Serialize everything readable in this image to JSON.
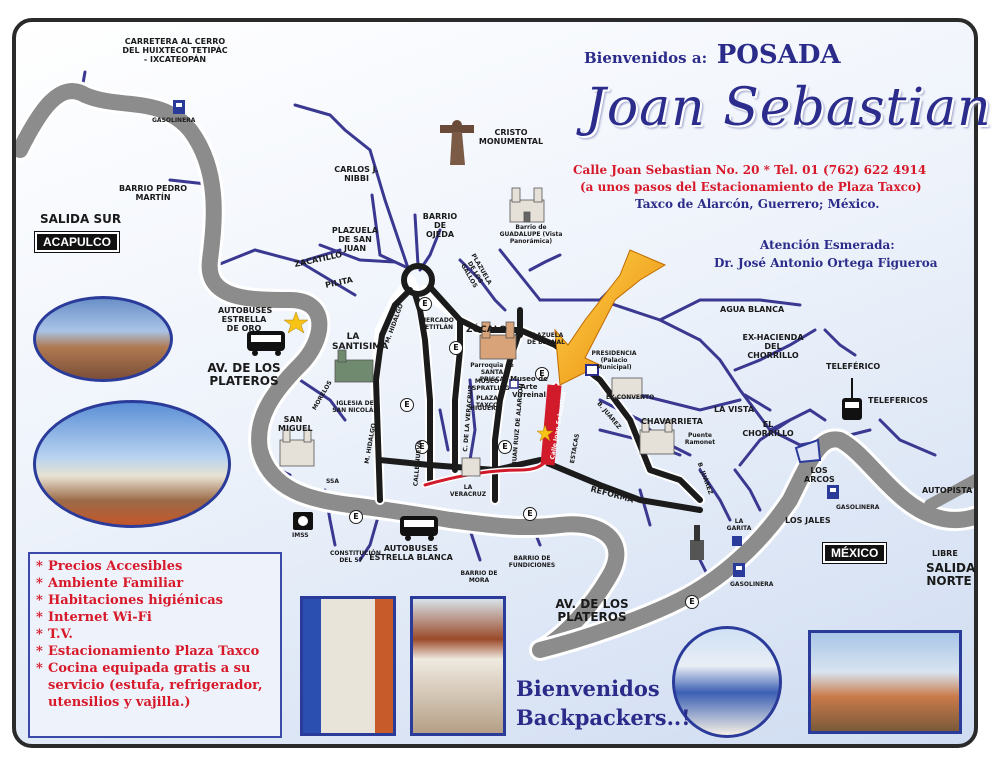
{
  "header": {
    "greeting": "Bienvenidos a:",
    "posada": "POSADA",
    "name": "Joan Sebastian",
    "address_line1": "Calle Joan Sebastian No. 20  *  Tel. 01 (762) 622 4914",
    "address_line2": "(a unos pasos del Estacionamiento de Plaza Taxco)",
    "address_line3": "Taxco de Alarcón, Guerrero; México.",
    "attention_label": "Atención Esmerada:",
    "attention_person": "Dr. José Antonio Ortega Figueroa"
  },
  "signs": {
    "acapulco": "ACAPULCO",
    "mexico": "MÉXICO"
  },
  "places": {
    "carretera": "CARRETERA AL CERRO DEL HUIXTECO TETIPÁC - IXCATEOPÁN",
    "gasolinera_1": "GASOLINERA",
    "barrio_pedro": "BARRIO PEDRO MARTÍN",
    "salida_sur": "SALIDA SUR",
    "carlos_nibbi": "CARLOS J. NIBBI",
    "cristo": "CRISTO MONUMENTAL",
    "plazuela_san_juan": "PLAZUELA DE SAN JUAN",
    "barrio_ojeda": "BARRIO DE OJEDA",
    "barrio_guadalupe": "Barrio de GUADALUPE (Vista Panorámica)",
    "zacatillo": "ZACATILLO",
    "pilita": "PILITA",
    "plazuela_gallos": "PLAZUELA DE LOS GALLOS",
    "autobuses_oro": "AUTOBUSES ESTRELLA DE ORO",
    "la_santisima": "LA SANTISIMA",
    "m_hidalgo_1": "M. HIDALGO",
    "mercado": "MERCADO TETITLÁN",
    "zocalo": "ZÓCALO",
    "plazuela_bernal": "PLAZUELA DE BERNAL",
    "presidencia": "PRESIDENCIA (Palacio Municipal)",
    "av_plateros_1": "AV. DE LOS PLATEROS",
    "morelos": "MORELOS",
    "iglesia_san_nicolas": "IGLESIA DE SAN NICOLÁS",
    "parroquia": "Parroquia de SANTA PRISCA",
    "museo_spratling": "MUSEO SPRATLING",
    "plaza_taxco": "PLAZA TAXCO",
    "museo_virreinal": "Museo de Arte Virreinal",
    "calle_joan": "Calle Joan Sebastian",
    "ex_convento": "EX-CONVENTO",
    "agua_blanca": "AGUA BLANCA",
    "ex_hacienda": "EX-HACIENDA DEL CHORRILLO",
    "teleferico": "TELEFÉRICO",
    "telefericos": "TELEFERICOS",
    "la_vista": "LA VISTA",
    "el_chorrillo": "EL CHORRILLO",
    "chavarrieta": "CHAVARRIETA",
    "puente_ramonet": "Puente Ramonet",
    "san_miguel": "SAN MIGUEL",
    "m_hidalgo_2": "M. HIDALGO",
    "calle_nueva": "CALLE NUEVA",
    "c_veracruz": "C. DE LA VERACRUZ",
    "juan_ruiz": "JUAN RUIZ DE ALARCON",
    "higuera": "HIGUERA",
    "estacas": "ESTACAS",
    "b_juarez_1": "B. JUÁREZ",
    "b_juarez_2": "B. JUÁREZ",
    "ssa": "SSA",
    "la_veracruz": "LA VERACRUZ",
    "reforma": "REFORMA",
    "los_arcos": "LOS ARCOS",
    "gasolinera_2": "GASOLINERA",
    "autopista": "AUTOPISTA",
    "imss": "IMSS",
    "constitucion": "CONSTITUCIÓN DEL 57",
    "autobuses_blanca": "AUTOBUSES ESTRELLA BLANCA",
    "barrio_mora": "BARRIO DE MORA",
    "barrio_fundiciones": "BARRIO DE FUNDICIONES",
    "la_garita": "LA GARITA",
    "los_jales": "LOS JALES",
    "gasolinera_3": "GASOLINERA",
    "libre": "LIBRE",
    "salida_norte": "SALIDA NORTE",
    "av_plateros_2": "AV. DE LOS PLATEROS"
  },
  "marker_letter": "E",
  "features": [
    "Precios Accesibles",
    "Ambiente Familiar",
    "Habitaciones higiénicas",
    "Internet Wi-Fi",
    "T.V.",
    "Estacionamiento Plaza Taxco",
    "Cocina equipada gratis a su servicio (estufa, refrigerador, utensilios y vajilla.)"
  ],
  "welcome": {
    "line1": "Bienvenidos",
    "line2": "Backpackers..!"
  },
  "colors": {
    "road_main": "#8c8c8c",
    "road_black": "#1b1b1b",
    "road_blue": "#3a3890",
    "route_red": "#d11a2a",
    "brand_blue": "#2b2b8a",
    "red_text": "#d7192a",
    "arrow_orange": "#f2a51a"
  }
}
